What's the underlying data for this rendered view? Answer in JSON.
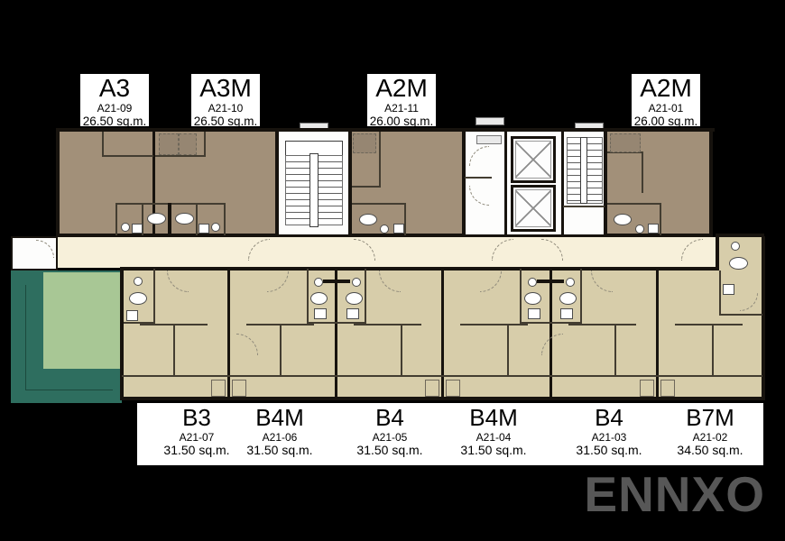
{
  "top_units": [
    {
      "type": "A3",
      "code": "A21-09",
      "area": "26.50 sq.m."
    },
    {
      "type": "A3M",
      "code": "A21-10",
      "area": "26.50 sq.m."
    },
    {
      "type": "A2M",
      "code": "A21-11",
      "area": "26.00 sq.m."
    },
    {
      "type": "A2M",
      "code": "A21-01",
      "area": "26.00 sq.m."
    }
  ],
  "bottom_units": [
    {
      "type": "B3",
      "code": "A21-07",
      "area": "31.50 sq.m."
    },
    {
      "type": "B4M",
      "code": "A21-06",
      "area": "31.50 sq.m."
    },
    {
      "type": "B4",
      "code": "A21-05",
      "area": "31.50 sq.m."
    },
    {
      "type": "B4M",
      "code": "A21-04",
      "area": "31.50 sq.m."
    },
    {
      "type": "B4",
      "code": "A21-03",
      "area": "31.50 sq.m."
    },
    {
      "type": "B7M",
      "code": "A21-02",
      "area": "34.50 sq.m."
    }
  ],
  "watermark": "ENNXO",
  "colors": {
    "background": "#000000",
    "top_units": "#a29079",
    "bottom_units": "#d7cdaa",
    "corridor": "#f7f0da",
    "garden_dark": "#2e6e5f",
    "garden_light": "#a8c795",
    "walls": "#17130e",
    "watermark": "#575757"
  }
}
